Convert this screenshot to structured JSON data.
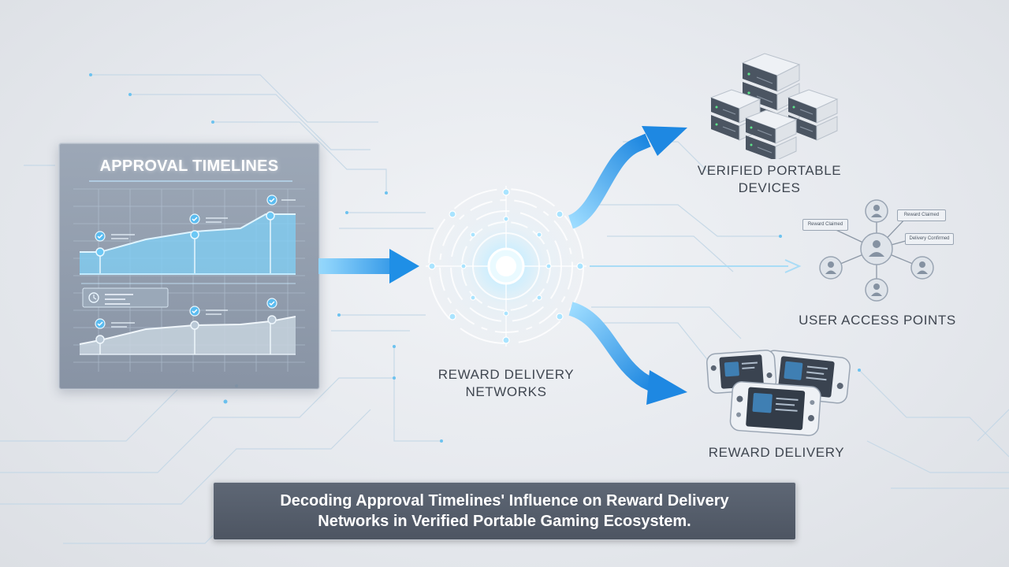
{
  "colors": {
    "accent": "#1e9be8",
    "accent_light": "#8fd3ff",
    "panel": "#8b96a6",
    "caption_bg": "#555e6b",
    "label_text": "#3f4650"
  },
  "approval_panel": {
    "title": "APPROVAL TIMELINES"
  },
  "hub": {
    "label_line1": "REWARD DELIVERY",
    "label_line2": "NETWORKS"
  },
  "outputs": [
    {
      "line1": "VERIFIED PORTABLE",
      "line2": "DEVICES",
      "icon": "server-stack-icon"
    },
    {
      "line1": "USER ACCESS POINTS",
      "line2": "",
      "icon": "user-network-icon"
    },
    {
      "line1": "REWARD DELIVERY",
      "line2": "",
      "icon": "handheld-console-icon"
    }
  ],
  "user_network_tags": [
    "Reward Claimed",
    "Reward Claimed",
    "Delivery Confirmed"
  ],
  "caption": {
    "line1": "Decoding Approval Timelines' Influence on Reward Delivery",
    "line2": "Networks in Verified Portable Gaming Ecosystem."
  }
}
